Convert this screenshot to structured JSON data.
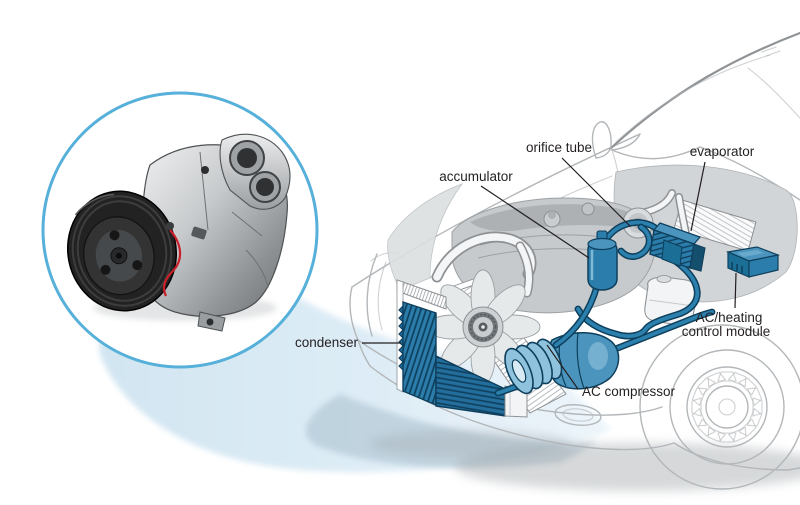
{
  "diagram": {
    "type": "automotive-ac-system-cutaway",
    "labels": {
      "condenser": "condenser",
      "ac_compressor": "AC compressor",
      "accumulator": "accumulator",
      "orifice_tube": "orifice tube",
      "evaporator": "evaporator",
      "module_line1": "AC/heating",
      "module_line2": "control module"
    },
    "colors": {
      "component_fill": "#2b7dab",
      "component_outline": "#0e3f5c",
      "pipe": "#2b80ad",
      "inset_ring": "#56b0da",
      "beam": "#cfe4f1",
      "car_line": "#b3b7ba",
      "label_text": "#231f20"
    }
  }
}
